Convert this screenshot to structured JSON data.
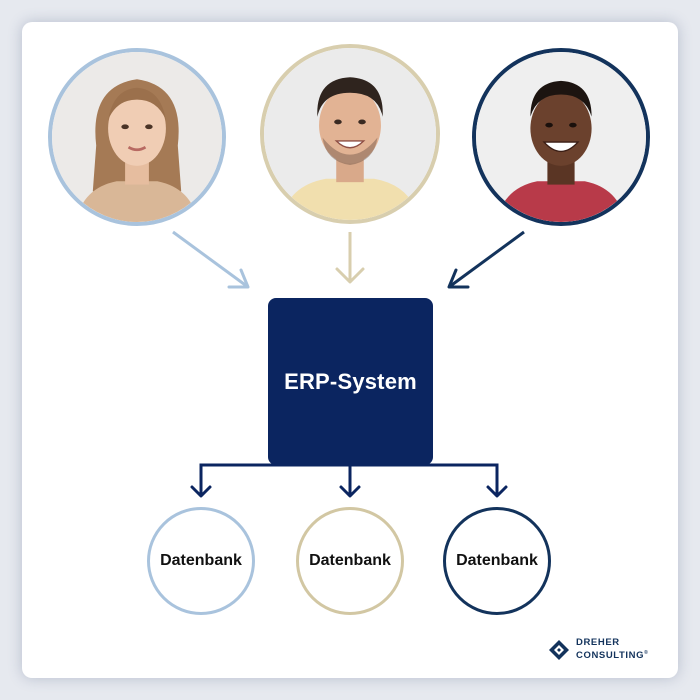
{
  "colors": {
    "navy": "#0b2560",
    "light_blue": "#9fbad6",
    "beige": "#d2c7a3",
    "dark_blue": "#13335c"
  },
  "people": [
    {
      "name": "person-woman",
      "border_color": "#a9c3dd"
    },
    {
      "name": "person-man-smiling",
      "border_color": "#d8ceae"
    },
    {
      "name": "person-man-red-shirt",
      "border_color": "#13335c"
    }
  ],
  "erp": {
    "label": "ERP-System"
  },
  "databases": [
    {
      "label": "Datenbank",
      "border_color": "#a9c3dd"
    },
    {
      "label": "Datenbank",
      "border_color": "#d2c7a3"
    },
    {
      "label": "Datenbank",
      "border_color": "#13335c"
    }
  ],
  "logo": {
    "line1": "DREHER",
    "line2": "CONSULTING",
    "mark": "®"
  }
}
